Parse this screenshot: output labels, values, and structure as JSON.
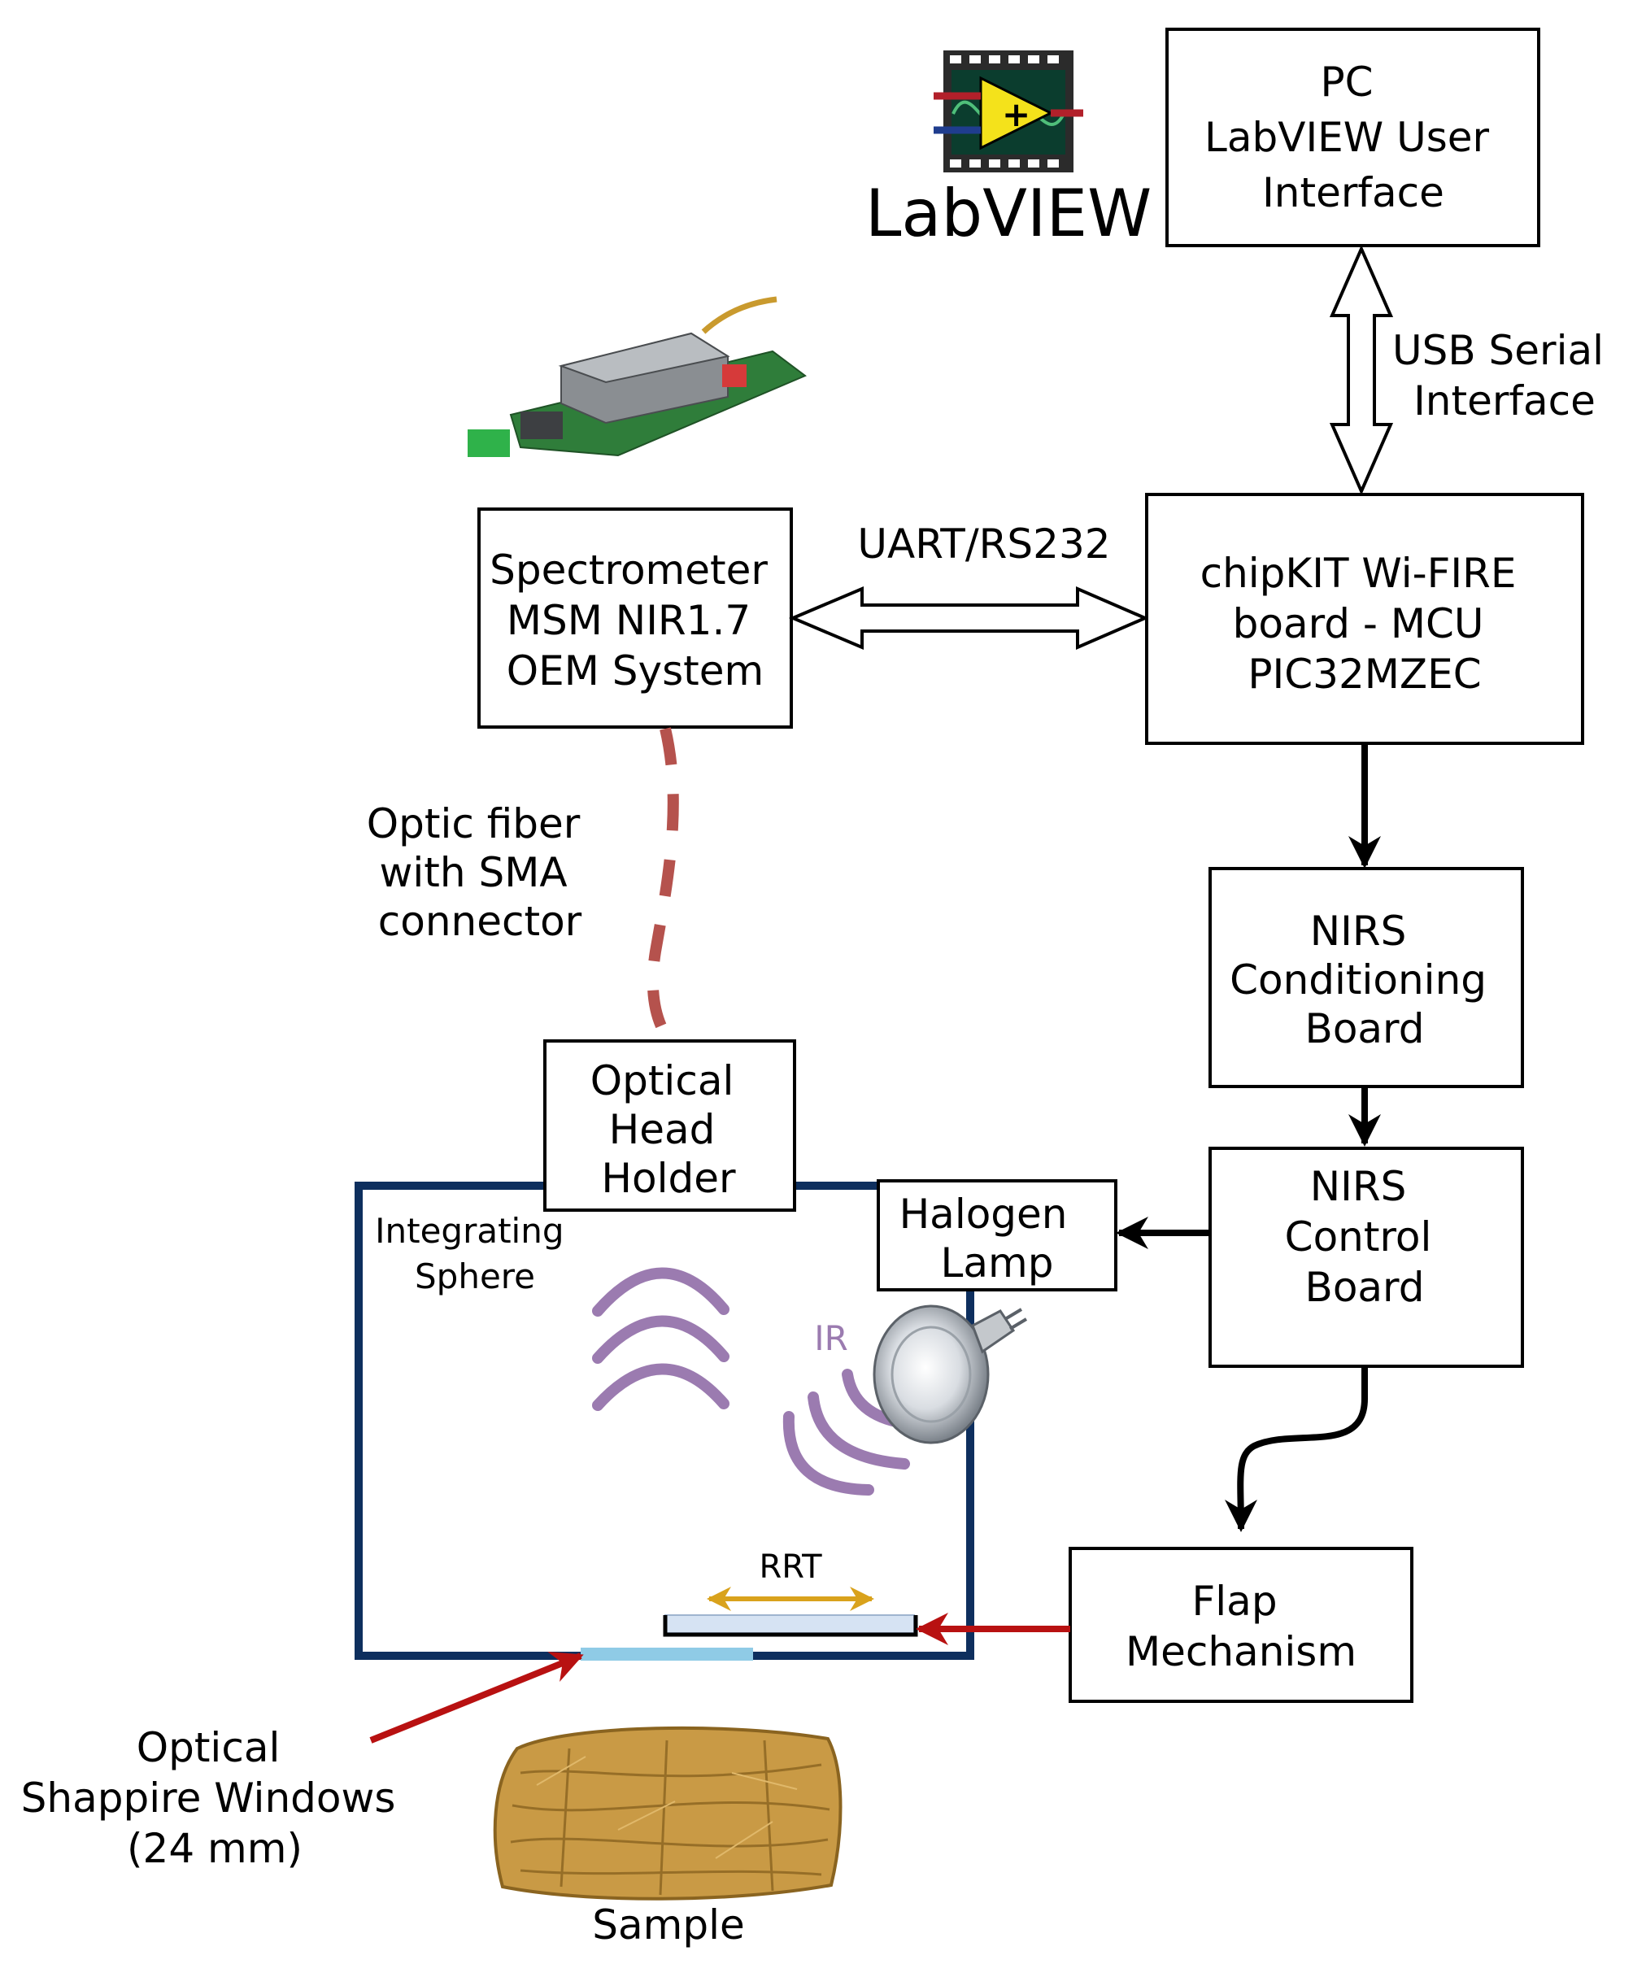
{
  "labview_logo": {
    "text": "LabVIEW",
    "icon": "labview-icon"
  },
  "pc_box": {
    "lines": [
      "PC",
      "LabVIEW User",
      "Interface"
    ]
  },
  "usb_label": {
    "lines": [
      "USB Serial",
      "Interface"
    ]
  },
  "spectrometer_box": {
    "lines": [
      "Spectrometer",
      "MSM NIR1.7",
      "OEM System"
    ]
  },
  "uart_label": "UART/RS232",
  "mcu_box": {
    "lines": [
      "chipKIT Wi-FIRE",
      "board - MCU",
      "PIC32MZEC"
    ]
  },
  "fiber_label": {
    "lines": [
      "Optic fiber",
      "with SMA",
      "connector"
    ]
  },
  "conditioning_box": {
    "lines": [
      "NIRS",
      "Conditioning",
      "Board"
    ]
  },
  "optical_head_box": {
    "lines": [
      "Optical",
      "Head",
      "Holder"
    ]
  },
  "halogen_box": {
    "lines": [
      "Halogen",
      "Lamp"
    ]
  },
  "control_box": {
    "lines": [
      "NIRS",
      "Control",
      "Board"
    ]
  },
  "sphere_label": {
    "lines": [
      "Integrating",
      "Sphere"
    ]
  },
  "ir_label": "IR",
  "rrt_label": "RRT",
  "flap_box": {
    "lines": [
      "Flap",
      "Mechanism"
    ]
  },
  "windows_label": {
    "lines": [
      "Optical",
      "Shappire Windows",
      "(24 mm)"
    ]
  },
  "sample_label": "Sample",
  "colors": {
    "sphere": "#0e2f5e",
    "ir_waves": "#9b7bb0",
    "fiber": "#b5524d",
    "red_arrow": "#b81111",
    "rrt_arrow": "#d9a21c",
    "sapphire": "#8fcbe6",
    "rrt_plate": "#d6e3f3"
  }
}
